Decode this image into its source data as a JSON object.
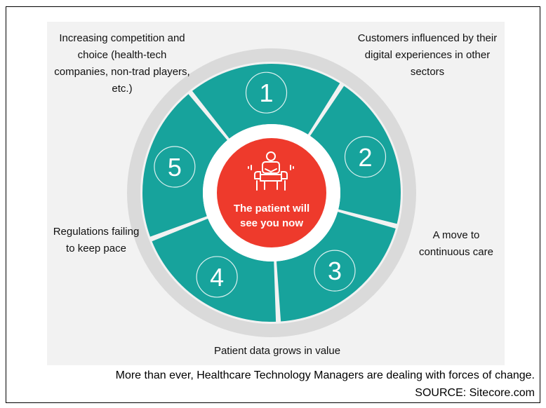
{
  "center": {
    "line1": "The patient will",
    "line2": "see you now",
    "icon": "seated-patient-icon"
  },
  "segments": [
    {
      "number": "1",
      "label": "Increasing competition and choice (health-tech companies, non-trad players, etc.)"
    },
    {
      "number": "2",
      "label": "Customers influenced by their digital experiences in other sectors"
    },
    {
      "number": "3",
      "label": "A move to continuous care"
    },
    {
      "number": "4",
      "label": "Patient data grows in value"
    },
    {
      "number": "5",
      "label": "Regulations failing to keep pace"
    }
  ],
  "caption": "More than ever, Healthcare Technology Managers are dealing with forces of change.",
  "source": "SOURCE:  Sitecore.com",
  "colors": {
    "segment": "#17a39c",
    "center": "#ee3a2c",
    "ring": "#dadada",
    "panel": "#f2f2f2"
  }
}
